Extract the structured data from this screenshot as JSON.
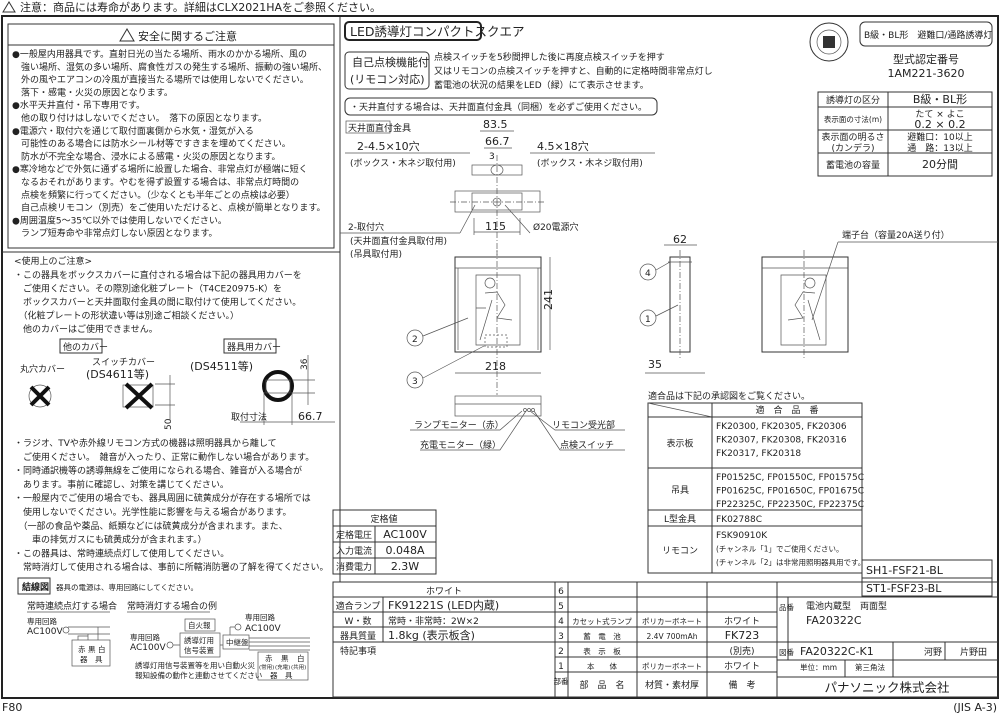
{
  "header_notice": "注意：商品には寿命があります。詳細はCLX2021HAをご参照ください。",
  "safety": {
    "title": "安全に関するご注意",
    "lines": [
      "●一般屋内用器具です。直射日光の当たる場所、雨水のかかる場所、風の",
      "　強い場所、湿気の多い場所、腐食性ガスの発生する場所、振動の強い場所、",
      "　外の風やエアコンの冷風が直接当たる場所では使用しないでください。",
      "　落下・感電・火災の原因となります。",
      "●水平天井直付・吊下専用です。",
      "　他の取り付けはしないでください。　落下の原因となります。",
      "●電源穴・取付穴を通じて取付面裏側から水気・湿気が入る",
      "　可能性のある場合には防水シール材等ですきまを埋めてください。",
      "　防水が不完全な場合、浸水による感電・火災の原因となります。",
      "●寒冷地などで外気に通ずる場所に設置した場合、非常点灯が極端に短く",
      "　なるおそれがあります。やむを得ず設置する場合は、非常点灯時間の",
      "　点検を頻繁に行ってください。（少なくとも半年ごとの点検は必要）",
      "　自己点検リモコン（別売）をご使用いただけると、点検が簡単となります。",
      "●周囲温度5～35℃以外では使用しないでください。",
      "　ランプ短寿命や非常点灯しない原因となります。"
    ]
  },
  "usage": {
    "title": "<使用上のご注意>",
    "lines": [
      "・この器具をボックスカバーに直付される場合は下記の器具用カバーを",
      "　ご使用ください。その際別途化粧プレート（T4CE20975-K）を",
      "　ボックスカバーと天井面取付金具の間に取付けて使用してください。",
      "　（化粧プレートの形状違い等は別途ご相談ください。）",
      "　他のカバーはご使用できません。"
    ],
    "other_cover": "他のカバー",
    "fixture_cover": "器具用カバー",
    "round_cover": "丸穴カバー",
    "switch_cover": "スイッチカバー",
    "switch_cover_model": "(DS4611等)",
    "fixture_cover_model": "(DS4511等)",
    "dim_36": "36",
    "dim_50": "50",
    "dim_667": "66.7",
    "mount_dim": "取付寸法",
    "lines2": [
      "・ラジオ、TVや赤外線リモコン方式の機器は照明器具から離して",
      "　ご使用ください。　雑音が入ったり、正常に動作しない場合があります。",
      "・同時通訳機等の誘導無線をご使用になられる場合、雑音が入る場合が",
      "　あります。事前に確認し、対策を講じてください。",
      "・一般屋内でご使用の場合でも、器具周囲に硫黄成分が存在する場所では",
      "　使用しないでください。光学性能に影響を与える場合があります。",
      "　（一部の食品や薬品、紙類などには硫黄成分が含まれます。また、",
      "　　車の排気ガスにも硫黄成分が含まれます。）",
      "・この器具は、常時連続点灯して使用してください。",
      "　常時消灯して使用される場合は、事前に所轄消防署の了解を得てください。"
    ]
  },
  "wiring": {
    "label": "結線図",
    "note": "器具の電源は、専用回路にしてください。",
    "case1_title": "常時連続点灯する場合",
    "case2_title": "常時消灯する場合の例",
    "dedicated": "専用回路",
    "ac": "AC100V",
    "red": "赤",
    "black": "黒",
    "white": "白",
    "fixture": "器　具",
    "fire_alarm": "自火報",
    "signal1": "誘導灯用",
    "signal2": "信号装置",
    "relay": "中継盤",
    "normal": "(常用)",
    "charge": "(充電)",
    "common": "(共用)",
    "note2a": "誘導灯用信号装置等を用い自動火災",
    "note2b": "報知設備の動作と連動させてください"
  },
  "product": {
    "title": "LED誘導灯コンパクトスクエア",
    "self_check_1": "自己点検機能付",
    "self_check_2": "(リモコン対応)",
    "desc": [
      "点検スイッチを5秒間押した後に再度点検スイッチを押す",
      "又はリモコンの点検スイッチを押すと、自動的に定格時間非常点灯し",
      "蓄電池の状況の結果をLED（緑）にて表示させます。"
    ],
    "ceiling_note": "・天井直付する場合は、天井面直付金具（同梱）を必ずご使用ください。"
  },
  "drawing": {
    "bracket_label": "天井面直付金具",
    "hole_a": "2-4.5×10穴",
    "hole_a_use": "(ボックス・木ネジ取付用)",
    "hole_b": "4.5×18穴",
    "hole_b_use": "(ボックス・木ネジ取付用)",
    "dim_835": "83.5",
    "dim_667": "66.7",
    "dim_3": "3",
    "dim_115": "115",
    "power_hole": "Ø20電源穴",
    "mount_hole": "2-取付穴",
    "mount_use1": "(天井面直付金具取付用)",
    "mount_use2": "(吊具取付用)",
    "dim_241": "241",
    "dim_218": "218",
    "dim_62": "62",
    "dim_35": "35",
    "terminal": "端子台（容量20A送り付）",
    "callouts": [
      "1",
      "2",
      "3",
      "4"
    ],
    "lamp_monitor": "ランプモニター（赤）",
    "charge_monitor": "充電モニター（緑）",
    "remote_receiver": "リモコン受光部",
    "check_switch": "点検スイッチ"
  },
  "certification": {
    "class_box": "B級・BL形　避難口/通路誘導灯",
    "approval_label": "型式認定番号",
    "approval_no": "1AM221-3620",
    "rows": [
      {
        "k": "誘導灯の区分",
        "v": [
          "B級・BL形"
        ]
      },
      {
        "k": "表示面の寸法(m)",
        "v": [
          "たて × よこ",
          "0.2 × 0.2"
        ]
      },
      {
        "k": "表示面の明るさ",
        "k2": "(カンデラ)",
        "v": [
          "避難口：10以上",
          "通　路：13以上"
        ]
      },
      {
        "k": "蓄電池の容量",
        "v": [
          "20分間"
        ]
      }
    ]
  },
  "compatible": {
    "note": "適合品は下記の承認図をご覧ください。",
    "header": "適　合　品　番",
    "rows": [
      {
        "k": "表示板",
        "v": [
          "FK20300, FK20305, FK20306",
          "FK20307, FK20308, FK20316",
          "FK20317, FK20318"
        ]
      },
      {
        "k": "吊具",
        "v": [
          "FP01525C, FP01550C, FP01575C",
          "FP01625C, FP01650C, FP01675C",
          "FP22325C, FP22350C, FP22375C"
        ]
      },
      {
        "k": "L型金具",
        "v": [
          "FK02788C"
        ]
      },
      {
        "k": "リモコン",
        "v": [
          "FSK90910K",
          "(チャンネル「1」でご使用ください。",
          "(チャンネル「2」は非常用照明器具用です。"
        ]
      }
    ]
  },
  "series_codes": [
    "SH1-FSF21-BL",
    "ST1-FSF23-BL"
  ],
  "rating": {
    "title": "定格値",
    "rows": [
      {
        "k": "定格電圧",
        "v": "AC100V"
      },
      {
        "k": "入力電流",
        "v": "0.048A"
      },
      {
        "k": "消費電力",
        "v": "2.3W"
      }
    ]
  },
  "spec": {
    "color": "ホワイト",
    "rows": [
      {
        "k": "適合ランプ",
        "v": "FK91221S (LED内蔵)"
      },
      {
        "k": "W・数",
        "v": "常時・非常時：2W×2"
      },
      {
        "k": "器具質量",
        "v": "1.8kg (表示板含)"
      },
      {
        "k": "特記事項",
        "v": ""
      }
    ]
  },
  "parts": {
    "rows": [
      {
        "no": "6",
        "name": "",
        "material": "",
        "note": ""
      },
      {
        "no": "5",
        "name": "",
        "material": "",
        "note": ""
      },
      {
        "no": "4",
        "name": "カセット式ランプ",
        "material": "ポリカーボネート",
        "note": "ホワイト"
      },
      {
        "no": "3",
        "name": "蓄　電　池",
        "material": "2.4V 700mAh",
        "note": "FK723"
      },
      {
        "no": "2",
        "name": "表　示　板",
        "material": "",
        "note": "(別売)"
      },
      {
        "no": "1",
        "name": "本　　体",
        "material": "ポリカーボネート",
        "note": "ホワイト"
      }
    ],
    "header_no": "部番",
    "header_name": "部　品　名",
    "header_material": "材質・素材厚",
    "header_note": "備　考"
  },
  "title_block": {
    "product_no_label": "品番",
    "product_type": "電池内蔵型　両面型",
    "product_no": "FA20322C",
    "drawing_no_label": "図番",
    "drawing_no": "FA20322C-K1",
    "person1": "河野",
    "person2": "片野田",
    "unit": "単位：mm",
    "projection": "第三角法",
    "company": "パナソニック株式会社"
  },
  "footer_left": "F80",
  "footer_right": "(JIS A-3)"
}
